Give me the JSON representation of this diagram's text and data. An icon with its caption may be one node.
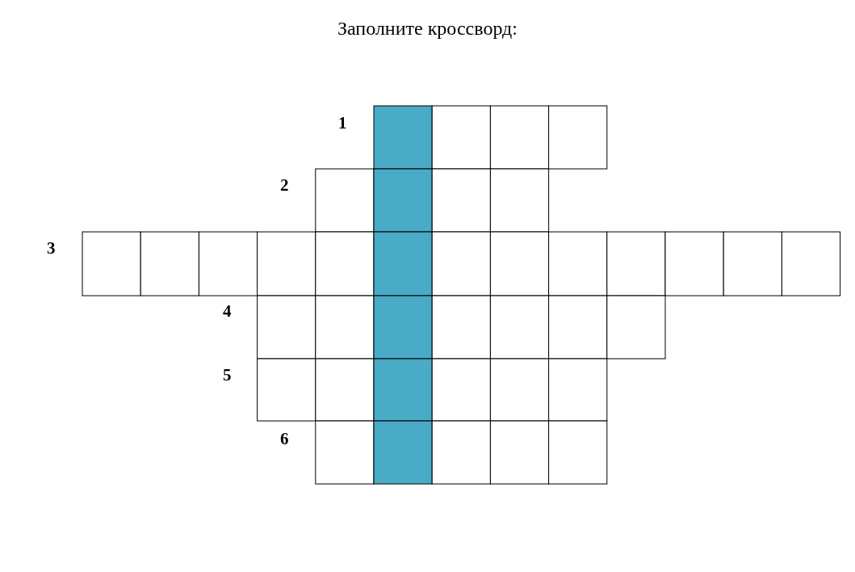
{
  "diagram": {
    "title": "Заполните кроссворд:",
    "labels": [
      "1",
      "2",
      "3",
      "4",
      "5",
      "6"
    ]
  }
}
